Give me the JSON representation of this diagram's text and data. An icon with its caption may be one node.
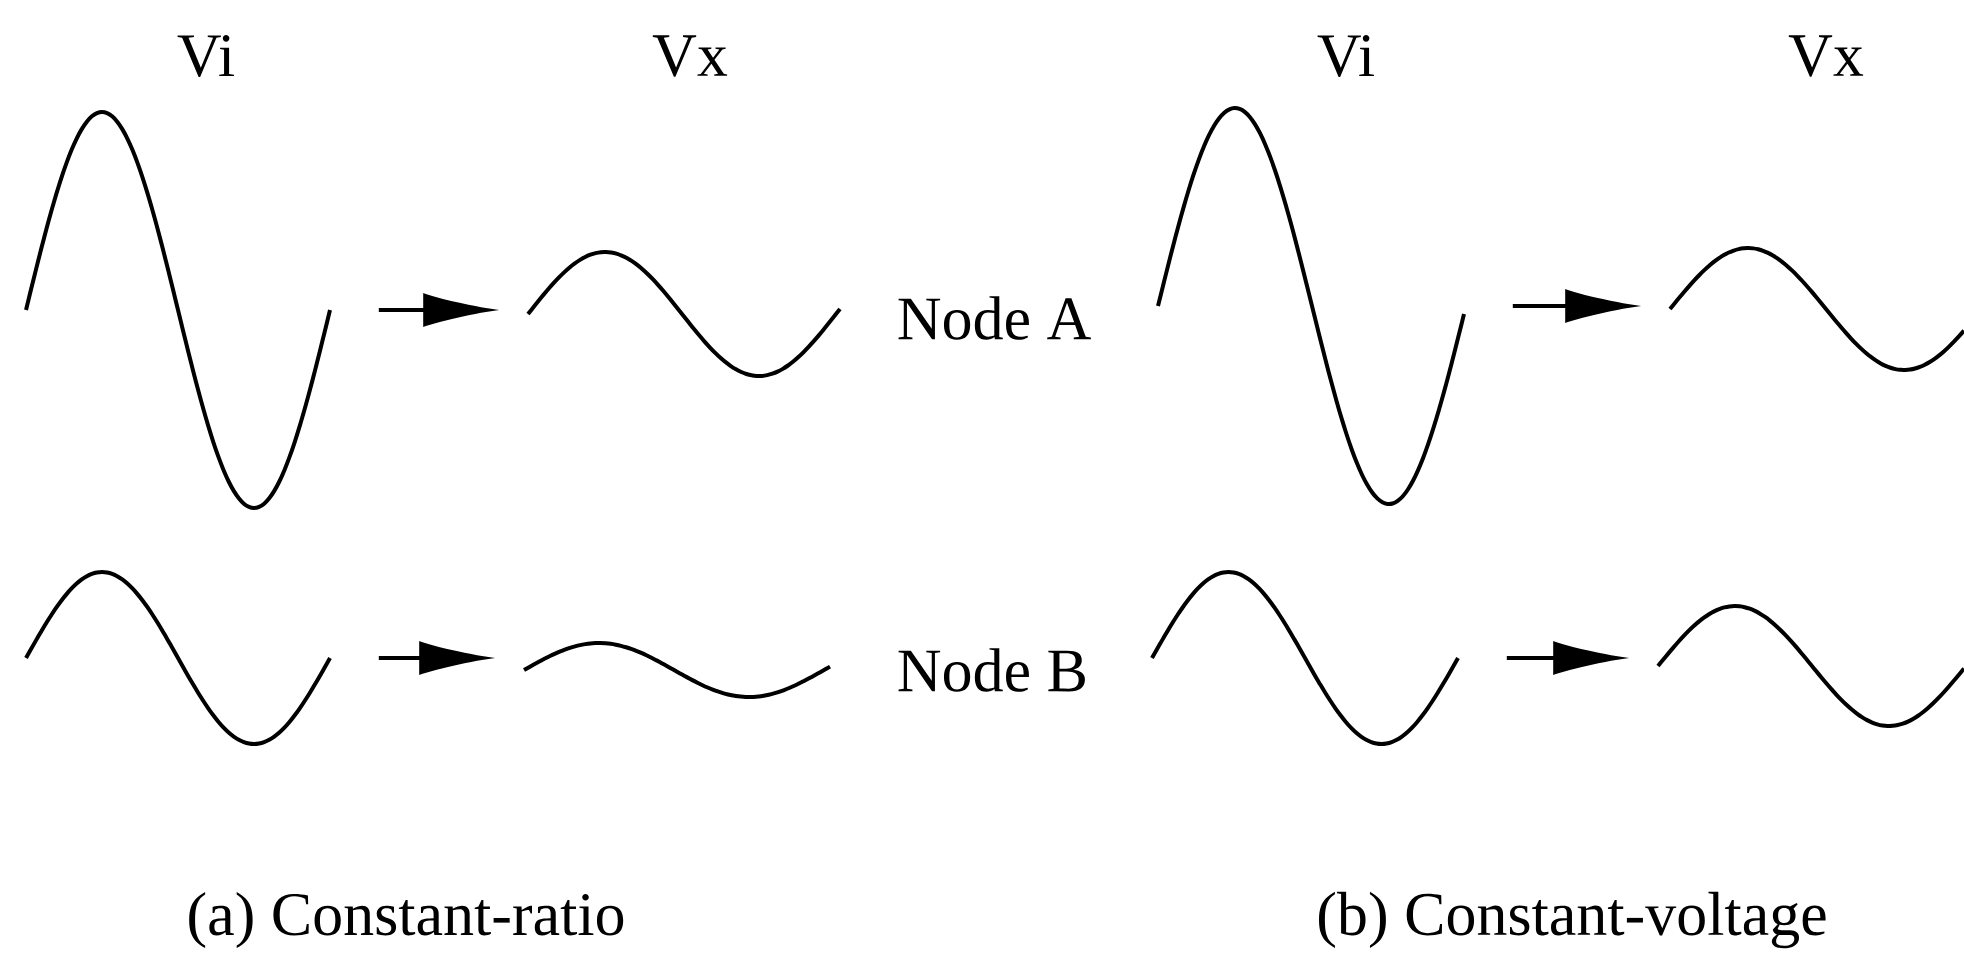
{
  "diagram": {
    "nodes": [
      {
        "text": [],
        "shape": "wave"
      },
      {
        "text": [],
        "shape": "wave"
      },
      {
        "text": [],
        "shape": "wave"
      },
      {
        "text": [],
        "shape": "wave"
      },
      {
        "text": [],
        "shape": "wave"
      },
      {
        "text": [],
        "shape": "wave"
      },
      {
        "text": [],
        "shape": "wave"
      },
      {
        "text": [],
        "shape": "wave"
      }
    ],
    "edges": [
      {
        "from": 0,
        "to": 1,
        "arrow": "to"
      },
      {
        "from": 2,
        "to": 3,
        "arrow": "to"
      },
      {
        "from": 4,
        "to": 5,
        "arrow": "to"
      },
      {
        "from": 6,
        "to": 7,
        "arrow": "to"
      }
    ],
    "labels": [
      "Vi",
      "Vx",
      "Vi",
      "Vx",
      "Node A",
      "Node B",
      "(a) Constant-ratio",
      "(b) Constant-voltage"
    ]
  }
}
